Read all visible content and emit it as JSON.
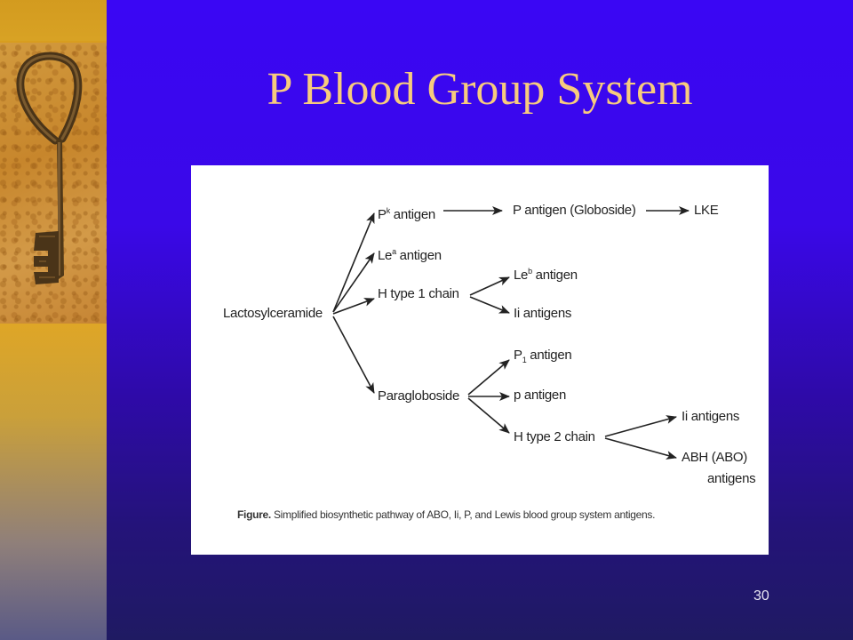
{
  "slide": {
    "title": "P Blood Group System",
    "page_number": "30",
    "colors": {
      "background": "#3a06f4",
      "title": "#f7cb7e",
      "sidebar": "#dfa322"
    }
  },
  "sidebar": {
    "image": "skeleton-key-photo-icon"
  },
  "figure": {
    "nodes": {
      "lactosylceramide": "Lactosylceramide",
      "pk_antigen": "P",
      "pk_sup": "k",
      "pk_rest": " antigen",
      "p_antigen_globoside": "P antigen (Globoside)",
      "lke": "LKE",
      "lea_antigen": "Le",
      "lea_sup": "a",
      "lea_rest": " antigen",
      "h_type1": "H type 1 chain",
      "leb_antigen": "Le",
      "leb_sup": "b",
      "leb_rest": " antigen",
      "ii_antigens_1": "Ii antigens",
      "paragloboside": "Paragloboside",
      "p1_antigen": "P",
      "p1_sub": "1",
      "p1_rest": " antigen",
      "small_p_antigen": "p antigen",
      "h_type2": "H type 2 chain",
      "ii_antigens_2": "Ii antigens",
      "abh_line1": "ABH (ABO)",
      "abh_line2": "antigens"
    },
    "caption_label": "Figure.",
    "caption_text": " Simplified biosynthetic pathway of ABO, Ii, P, and Lewis blood group system antigens."
  }
}
